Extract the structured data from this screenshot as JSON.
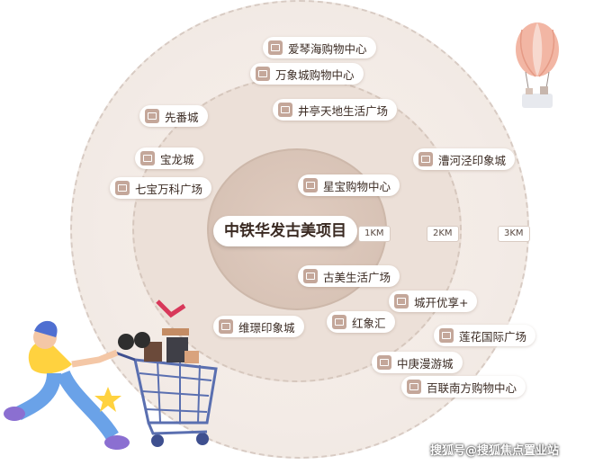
{
  "center": {
    "title": "中铁华发古美项目"
  },
  "distances": [
    "1KM",
    "2KM",
    "3KM"
  ],
  "places": {
    "aiqinhai": "爱琴海购物中心",
    "wanxiang": "万象城购物中心",
    "jingting": "井亭天地生活广场",
    "xianfan": "先番城",
    "baolong": "宝龙城",
    "qibaowanke": "七宝万科广场",
    "caohejing": "漕河泾印象城",
    "xingbao": "星宝购物中心",
    "gumei": "古美生活广场",
    "chengkai": "城开优享+",
    "weiyuan": "维璟印象城",
    "hongxiang": "红象汇",
    "lianhua": "莲花国际广场",
    "zhongmiao": "中庚漫游城",
    "bailian": "百联南方购物中心"
  },
  "icon": "shopping-bag-icon",
  "colors": {
    "ring_light": "#f3ebe6",
    "ring_mid": "#ece0d8",
    "ring_inner": "#d8c3b6",
    "icon": "#c4a79a"
  },
  "watermark": "搜狐号@搜狐焦点置业站"
}
